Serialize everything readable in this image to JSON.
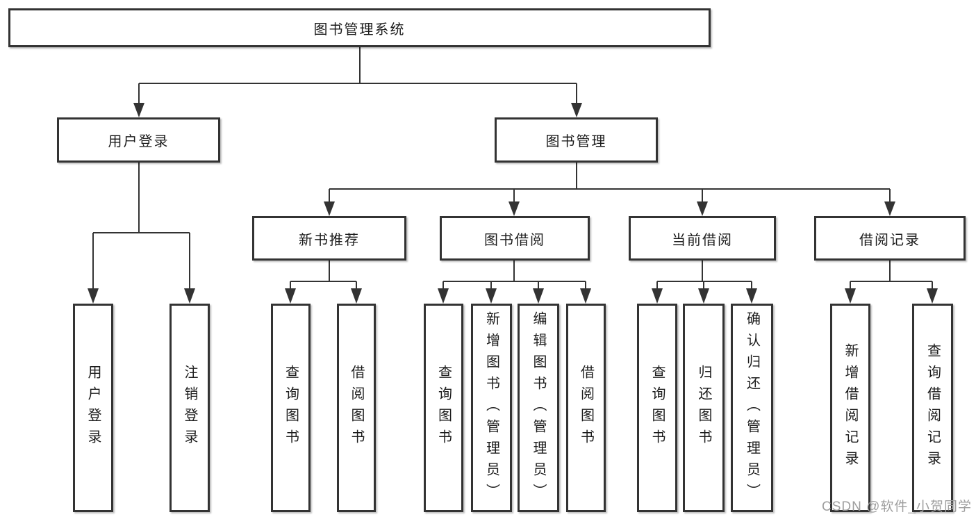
{
  "tree": {
    "label": "图书管理系统",
    "children": [
      {
        "label": "用户登录",
        "children": [
          {
            "label": "用户登录"
          },
          {
            "label": "注销登录"
          }
        ]
      },
      {
        "label": "图书管理",
        "children": [
          {
            "label": "新书推荐",
            "children": [
              {
                "label": "查询图书"
              },
              {
                "label": "借阅图书"
              }
            ]
          },
          {
            "label": "图书借阅",
            "children": [
              {
                "label": "查询图书"
              },
              {
                "label": "新增图书（管理员）"
              },
              {
                "label": "编辑图书（管理员）"
              },
              {
                "label": "借阅图书"
              }
            ]
          },
          {
            "label": "当前借阅",
            "children": [
              {
                "label": "查询图书"
              },
              {
                "label": "归还图书"
              },
              {
                "label": "确认归还（管理员）"
              }
            ]
          },
          {
            "label": "借阅记录",
            "children": [
              {
                "label": "新增借阅记录"
              },
              {
                "label": "查询借阅记录"
              }
            ]
          }
        ]
      }
    ]
  },
  "watermark": {
    "text": "CSDN @软件_小贺同学",
    "color": "#9e9e9e"
  },
  "style": {
    "line_color": "#333333",
    "box_border_color": "#333333",
    "background": "#ffffff"
  }
}
